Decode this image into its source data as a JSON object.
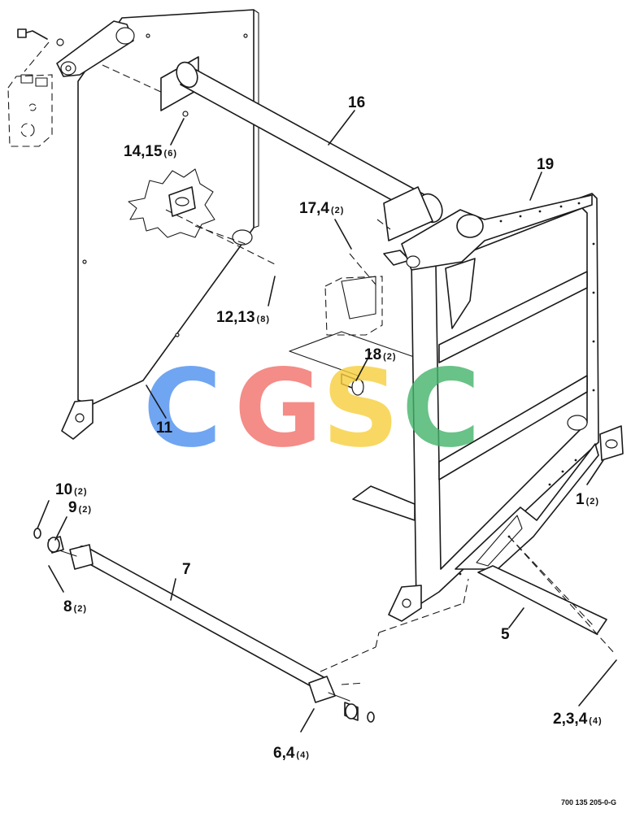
{
  "callouts": [
    {
      "id": "c16",
      "number": "16",
      "qty": ""
    },
    {
      "id": "c19",
      "number": "19",
      "qty": ""
    },
    {
      "id": "c14",
      "number": "14,15",
      "qty": "(6)"
    },
    {
      "id": "c17",
      "number": "17,4",
      "qty": "(2)"
    },
    {
      "id": "c12",
      "number": "12,13",
      "qty": "(8)"
    },
    {
      "id": "c18",
      "number": "18",
      "qty": "(2)"
    },
    {
      "id": "c11",
      "number": "11",
      "qty": ""
    },
    {
      "id": "c10",
      "number": "10",
      "qty": "(2)"
    },
    {
      "id": "c9",
      "number": "9",
      "qty": "(2)"
    },
    {
      "id": "c1",
      "number": "1",
      "qty": "(2)"
    },
    {
      "id": "c7",
      "number": "7",
      "qty": ""
    },
    {
      "id": "c8",
      "number": "8",
      "qty": "(2)"
    },
    {
      "id": "c5",
      "number": "5",
      "qty": ""
    },
    {
      "id": "c6",
      "number": "6,4",
      "qty": "(4)"
    },
    {
      "id": "c2",
      "number": "2,3,4",
      "qty": "(4)"
    }
  ],
  "watermark": {
    "letters": [
      "C",
      "G",
      "S",
      "C"
    ],
    "colors": [
      "#4d8ff0",
      "#f2706a",
      "#f7cf3c",
      "#44b36a"
    ]
  },
  "drawing_code": "700 135 205-0-G",
  "line_color": "#1a1a1a"
}
